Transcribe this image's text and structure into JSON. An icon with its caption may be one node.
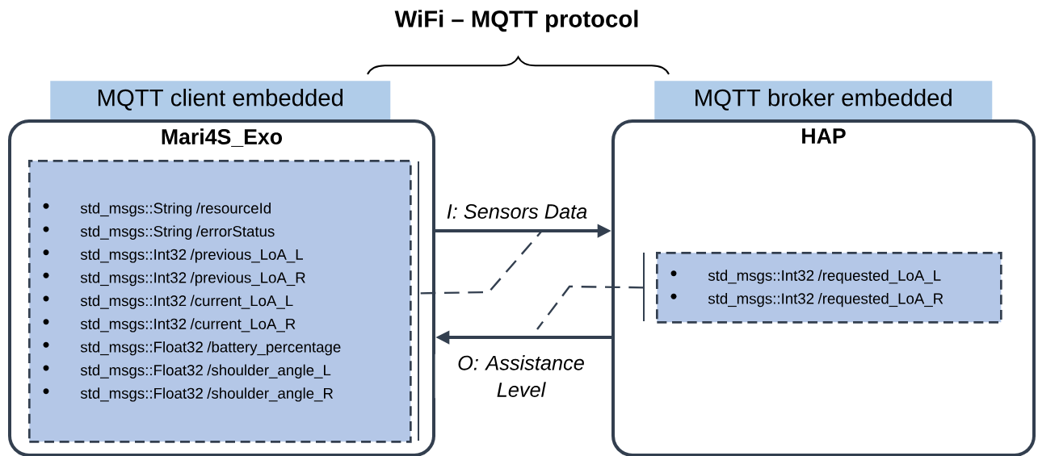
{
  "diagram": {
    "title": "WiFi – MQTT protocol",
    "nodes": [
      {
        "text": [
          "MQTT client embedded"
        ]
      },
      {
        "text": [
          "Mari4S_Exo"
        ]
      },
      {
        "text": [
          "std_msgs::String /resourceId",
          "std_msgs::String /errorStatus",
          "std_msgs::Int32 /previous_LoA_L",
          "std_msgs::Int32 /previous_LoA_R",
          "std_msgs::Int32 /current_LoA_L",
          "std_msgs::Int32 /current_LoA_R",
          "std_msgs::Float32 /battery_percentage",
          "std_msgs::Float32 /shoulder_angle_L",
          "std_msgs::Float32 /shoulder_angle_R"
        ],
        "in": 1
      },
      {
        "text": [
          "MQTT broker embedded"
        ]
      },
      {
        "text": [
          "HAP"
        ]
      },
      {
        "text": [
          "std_msgs::Int32 /requested_LoA_L",
          "std_msgs::Int32 /requested_LoA_R"
        ],
        "in": 4
      }
    ],
    "edges": [
      {
        "from": 1,
        "to": 4,
        "arrow": "to",
        "label": "I: Sensors Data"
      },
      {
        "from": 4,
        "to": 1,
        "arrow": "to",
        "label": "O: Assistance Level"
      },
      {
        "from": 2,
        "to": null,
        "arrow": "none",
        "style": "dashed"
      },
      {
        "from": 5,
        "to": null,
        "arrow": "none",
        "style": "dashed"
      }
    ]
  }
}
